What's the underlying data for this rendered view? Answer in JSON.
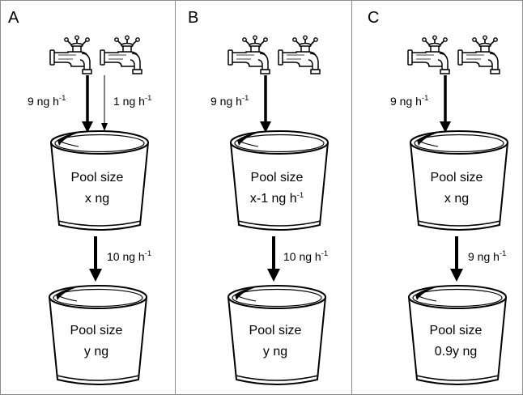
{
  "panels": [
    {
      "letter": "A",
      "inflow_left": {
        "value": "9 ng h",
        "sup": "-1"
      },
      "inflow_right": {
        "value": "1 ng h",
        "sup": "-1"
      },
      "top_pool": {
        "line1": "Pool size",
        "line2": "x ng",
        "line2_sup": ""
      },
      "transfer": {
        "value": "10 ng h",
        "sup": "-1"
      },
      "bottom_pool": {
        "line1": "Pool size",
        "line2": "y ng"
      }
    },
    {
      "letter": "B",
      "inflow_left": {
        "value": "9 ng h",
        "sup": "-1"
      },
      "top_pool": {
        "line1": "Pool size",
        "line2": "x-1 ng h",
        "line2_sup": "-1"
      },
      "transfer": {
        "value": "10 ng h",
        "sup": "-1"
      },
      "bottom_pool": {
        "line1": "Pool size",
        "line2": "y ng"
      }
    },
    {
      "letter": "C",
      "inflow_left": {
        "value": "9 ng h",
        "sup": "-1"
      },
      "top_pool": {
        "line1": "Pool size",
        "line2": "x ng",
        "line2_sup": ""
      },
      "transfer": {
        "value": "9 ng h",
        "sup": "-1"
      },
      "bottom_pool": {
        "line1": "Pool size",
        "line2": "0.9y ng"
      }
    }
  ],
  "icons": {
    "tap": "faucet-icon",
    "bucket": "bucket-icon"
  },
  "colors": {
    "frame": "#8c8c8c",
    "ink": "#000000"
  }
}
